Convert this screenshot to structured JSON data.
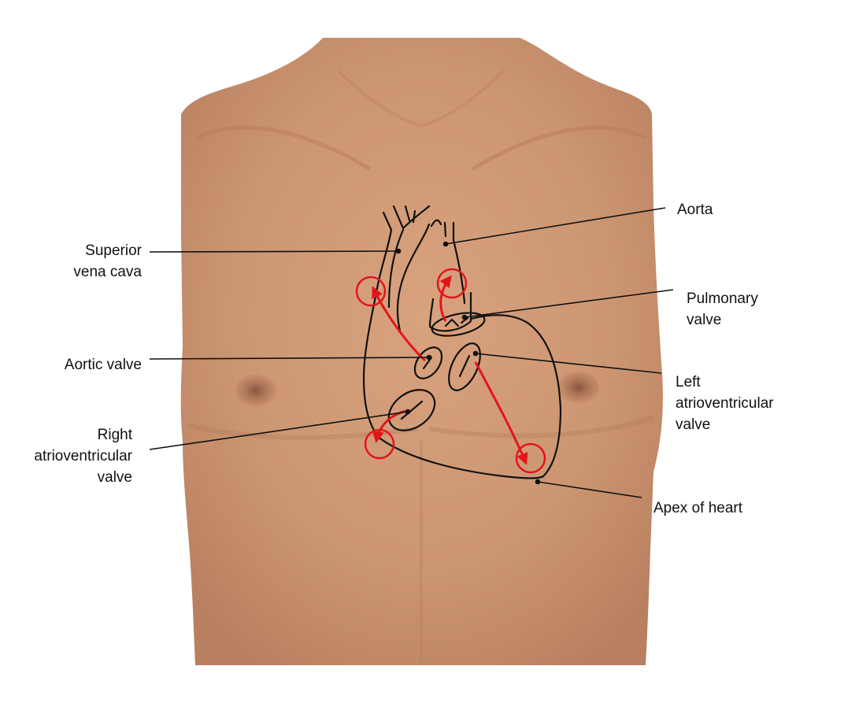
{
  "colors": {
    "background": "#ffffff",
    "skin": "#cd9672",
    "skin_shadow": "#b47c58",
    "leader_line": "#111111",
    "heart_outline": "#111111",
    "flow_arrow": "#e3151b"
  },
  "labels": {
    "aorta": [
      "Aorta"
    ],
    "superior_vena_cava": [
      "Superior",
      "vena cava"
    ],
    "pulmonary_valve": [
      "Pulmonary",
      "valve"
    ],
    "aortic_valve": [
      "Aortic valve"
    ],
    "left_av_valve": [
      "Left",
      "atrioventricular",
      "valve"
    ],
    "right_av_valve": [
      "Right",
      "atrioventricular",
      "valve"
    ],
    "apex_of_heart": [
      "Apex of heart"
    ]
  },
  "icons": {
    "auscultation_marker": "red-circle-icon",
    "flow_direction": "red-arrow-icon"
  }
}
